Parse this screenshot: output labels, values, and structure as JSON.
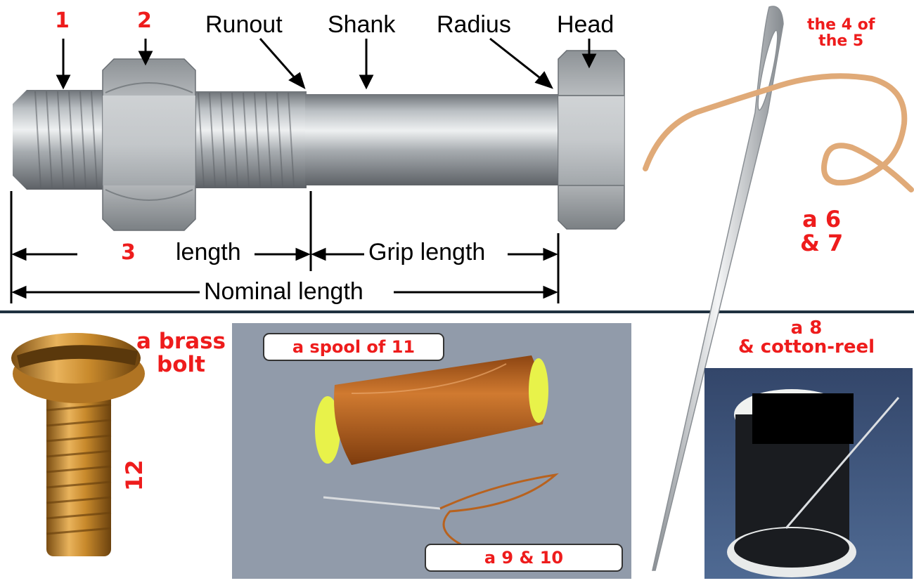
{
  "bolt_diagram": {
    "labels": {
      "one": "1",
      "two": "2",
      "runout": "Runout",
      "shank": "Shank",
      "radius": "Radius",
      "head": "Head",
      "three": "3",
      "length": "length",
      "grip_length": "Grip length",
      "nominal_length": "Nominal length"
    }
  },
  "needle_panel": {
    "label_4_5": [
      "the 4 of",
      "the 5"
    ],
    "label_6_7": [
      "a 6",
      "& 7"
    ]
  },
  "brass_bolt_photo": {
    "label": [
      "a brass",
      "bolt"
    ],
    "number": "12"
  },
  "spool_photo": {
    "spool_label": "a spool of 11",
    "needle_label": "a 9 & 10"
  },
  "reel_photo": {
    "label": [
      "a 8",
      "& cotton-reel"
    ]
  },
  "colors": {
    "label_red": "#ee1c1c",
    "divider": "#1f3140",
    "thread": "#e0aa78",
    "brass": "#c98a2c",
    "spool_thread": "#b8621e",
    "fabric": "#8d97a6"
  }
}
